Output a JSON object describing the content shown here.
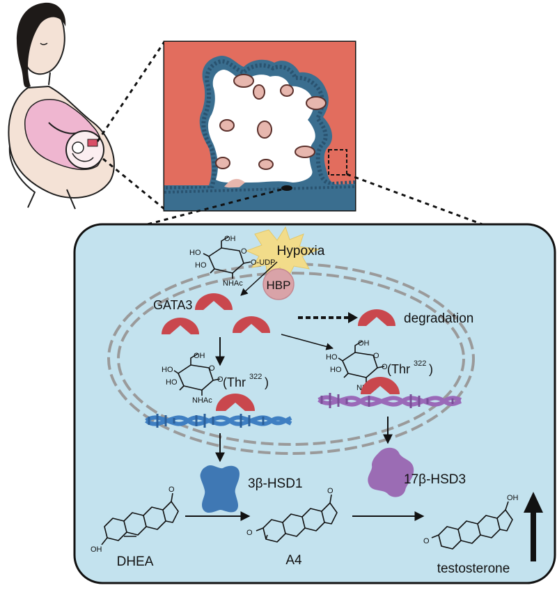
{
  "labels": {
    "hypoxia": "Hypoxia",
    "hbp": "HBP",
    "gata3": "GATA3",
    "degradation": "degradation",
    "thr_left": "(Thr",
    "thr_left_sup": "322",
    "thr_left_close": ")",
    "thr_right": "(Thr",
    "thr_right_sup": "322",
    "thr_right_close": ")",
    "enzyme1": "3β-HSD1",
    "enzyme2": "17β-HSD3",
    "dhea": "DHEA",
    "a4": "A4",
    "testosterone": "testosterone"
  },
  "chem_text": {
    "ho": "HO",
    "oh": "OH",
    "o": "O",
    "nhac": "NHAc",
    "o_udp": "O-UDP"
  },
  "colors": {
    "placenta_bg": "#e26d5e",
    "cell_bg": "#c3e2ee",
    "gata3": "#c9474d",
    "hsd1": "#3f78b4",
    "hsd3": "#9b6cb4",
    "hypoxia_star": "#f2dc8a",
    "hbp": "#d9a3a8",
    "dna_blue": "#3f7fc2",
    "dna_purple": "#9a69b8",
    "membrane": "#9a9a9a"
  }
}
